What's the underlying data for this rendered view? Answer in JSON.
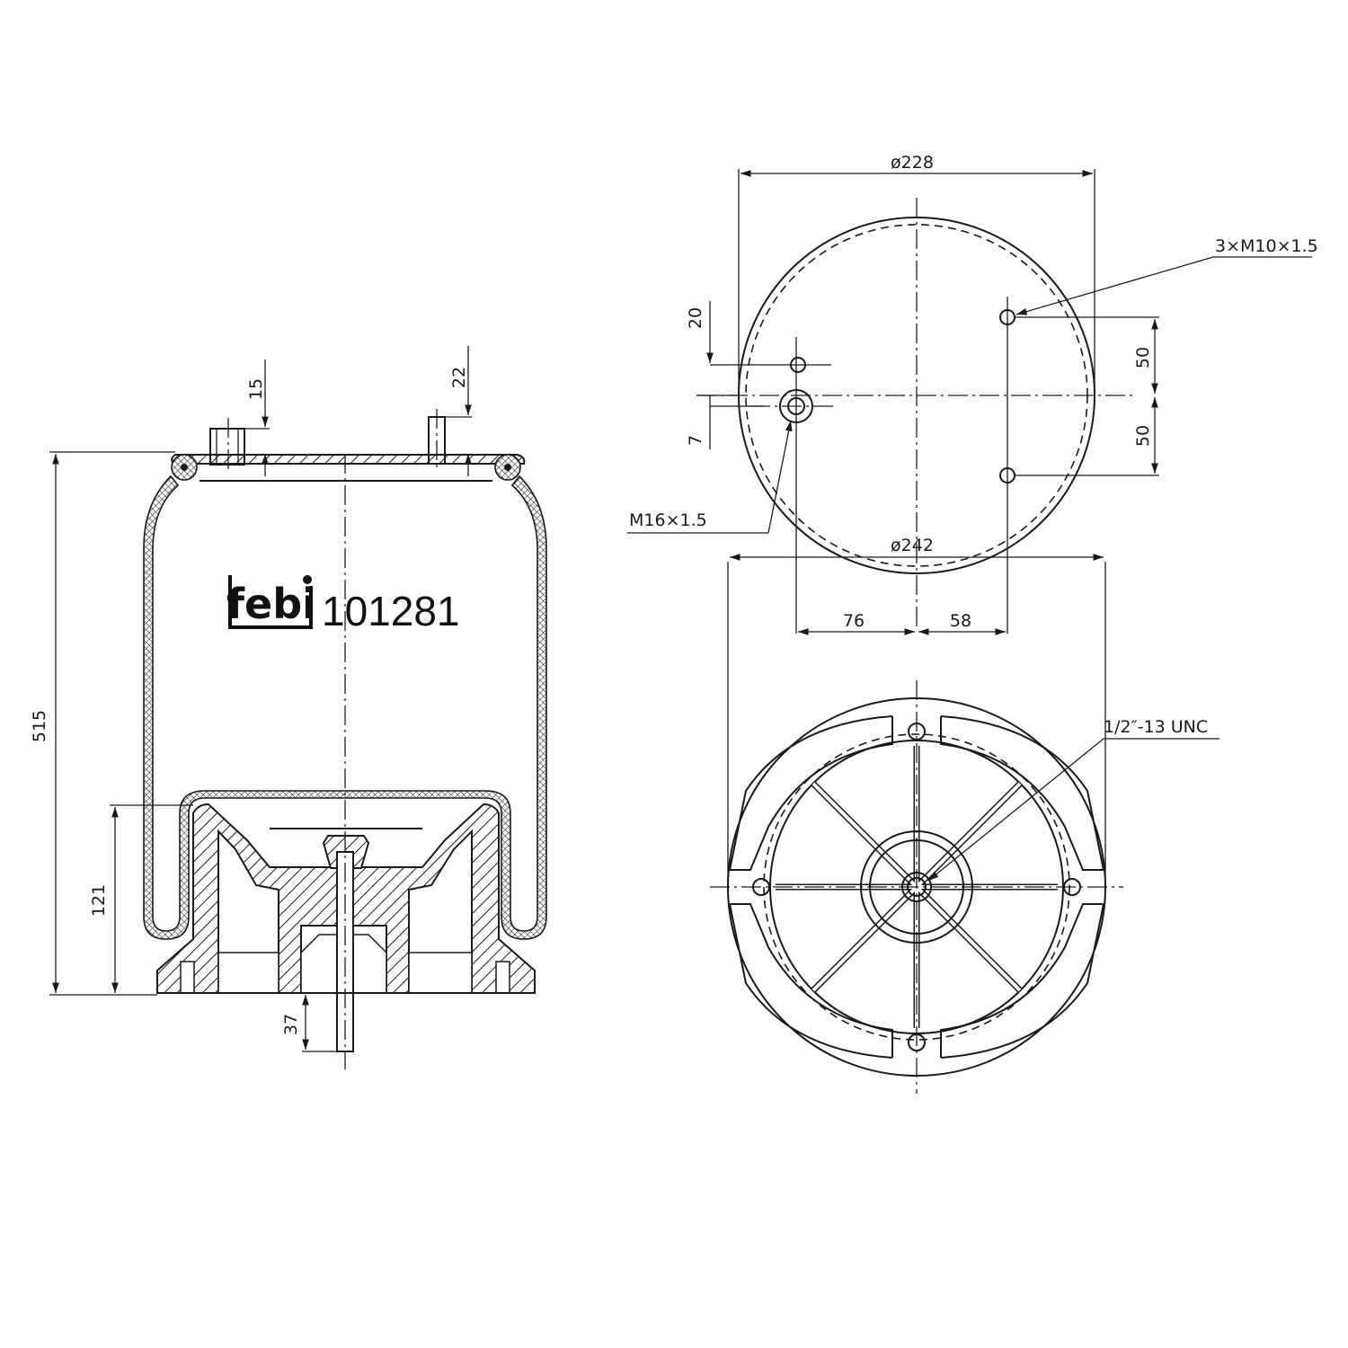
{
  "drawing": {
    "brand": "febi",
    "part_number": "101281",
    "colors": {
      "line": "#1a1a1a",
      "background": "#ffffff"
    }
  },
  "side_view": {
    "dimensions": {
      "overall_height": "515",
      "piston_height": "121",
      "stud_length_bottom": "37",
      "top_fitting_left": "15",
      "top_stud_right": "22"
    }
  },
  "top_view": {
    "dimensions": {
      "diameter": "ø228",
      "offset_vertical_upper": "20",
      "offset_vertical_lower": "7",
      "bolt_spacing_upper": "50",
      "bolt_spacing_lower": "50",
      "horizontal_left": "76",
      "horizontal_right": "58"
    },
    "callouts": {
      "studs": "3×M10×1.5",
      "air_port": "M16×1.5"
    }
  },
  "bottom_view": {
    "dimensions": {
      "diameter": "ø242"
    },
    "callouts": {
      "center_thread": "1/2″-13 UNC"
    }
  }
}
